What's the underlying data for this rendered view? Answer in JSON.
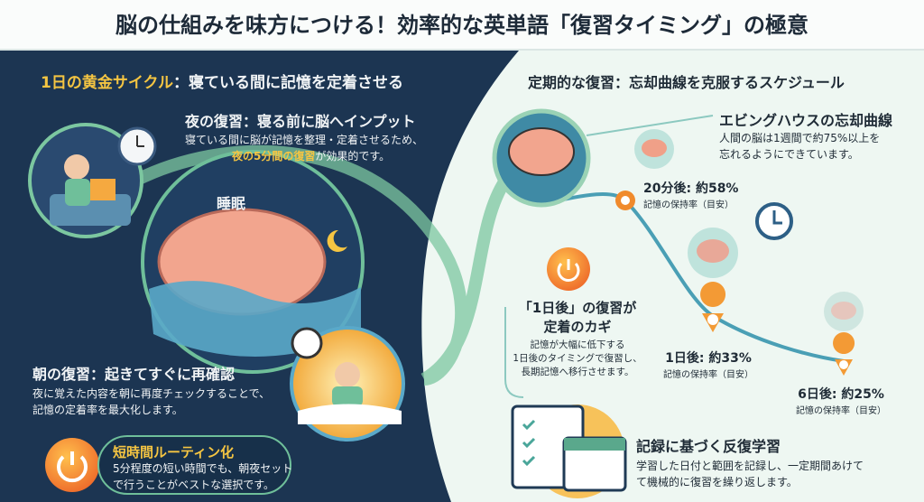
{
  "title": "脳の仕組みを味方につける！効率的な英単語「復習タイミング」の極意",
  "left": {
    "heading_highlight": "1日の黄金サイクル",
    "heading_rest": "：寝ている間に記憶を定着させる",
    "night": {
      "title": "夜の復習：寝る前に脳へインプット",
      "body1": "寝ている間に脳が記憶を整理・定着させるため、",
      "body2_highlight": "夜の5分間の復習",
      "body2_rest": "が効果的です。"
    },
    "sleep_label": "睡眠",
    "morning": {
      "title": "朝の復習：起きてすぐに再確認",
      "body1": "夜に覚えた内容を朝に再度チェックすることで、",
      "body2": "記憶の定着率を最大化します。"
    },
    "routine": {
      "title": "短時間ルーティン化",
      "body1": "5分程度の短い時間でも、朝夜セット",
      "body2": "で行うことがベストな選択です。"
    }
  },
  "right": {
    "heading": "定期的な復習：忘却曲線を克服するスケジュール",
    "ebbinghaus": {
      "title": "エビングハウスの忘却曲線",
      "body1": "人間の脳は1週間で約75%以上を",
      "body2": "忘れるようにできています。"
    },
    "points": [
      {
        "label": "20分後: 約58%",
        "sub": "記憶の保持率（目安）",
        "retention": 58
      },
      {
        "label": "1日後: 約33%",
        "sub": "記憶の保持率（目安）",
        "retention": 33
      },
      {
        "label": "6日後: 約25%",
        "sub": "記憶の保持率（目安）",
        "retention": 25
      }
    ],
    "key": {
      "title1": "「1日後」の復習が",
      "title2": "定着のカギ",
      "body1": "記憶が大幅に低下する",
      "body2": "1日後のタイミングで復習し、",
      "body3": "長期記憶へ移行させます。"
    },
    "record": {
      "title": "記録に基づく反復学習",
      "body1": "学習した日付と範囲を記録し、一定期間あけて",
      "body2": "て機械的に復習を繰り返します。"
    }
  },
  "colors": {
    "navy": "#1c3552",
    "accent": "#f5c542",
    "orange": "#f08a2c",
    "green": "#6fbf9a"
  }
}
